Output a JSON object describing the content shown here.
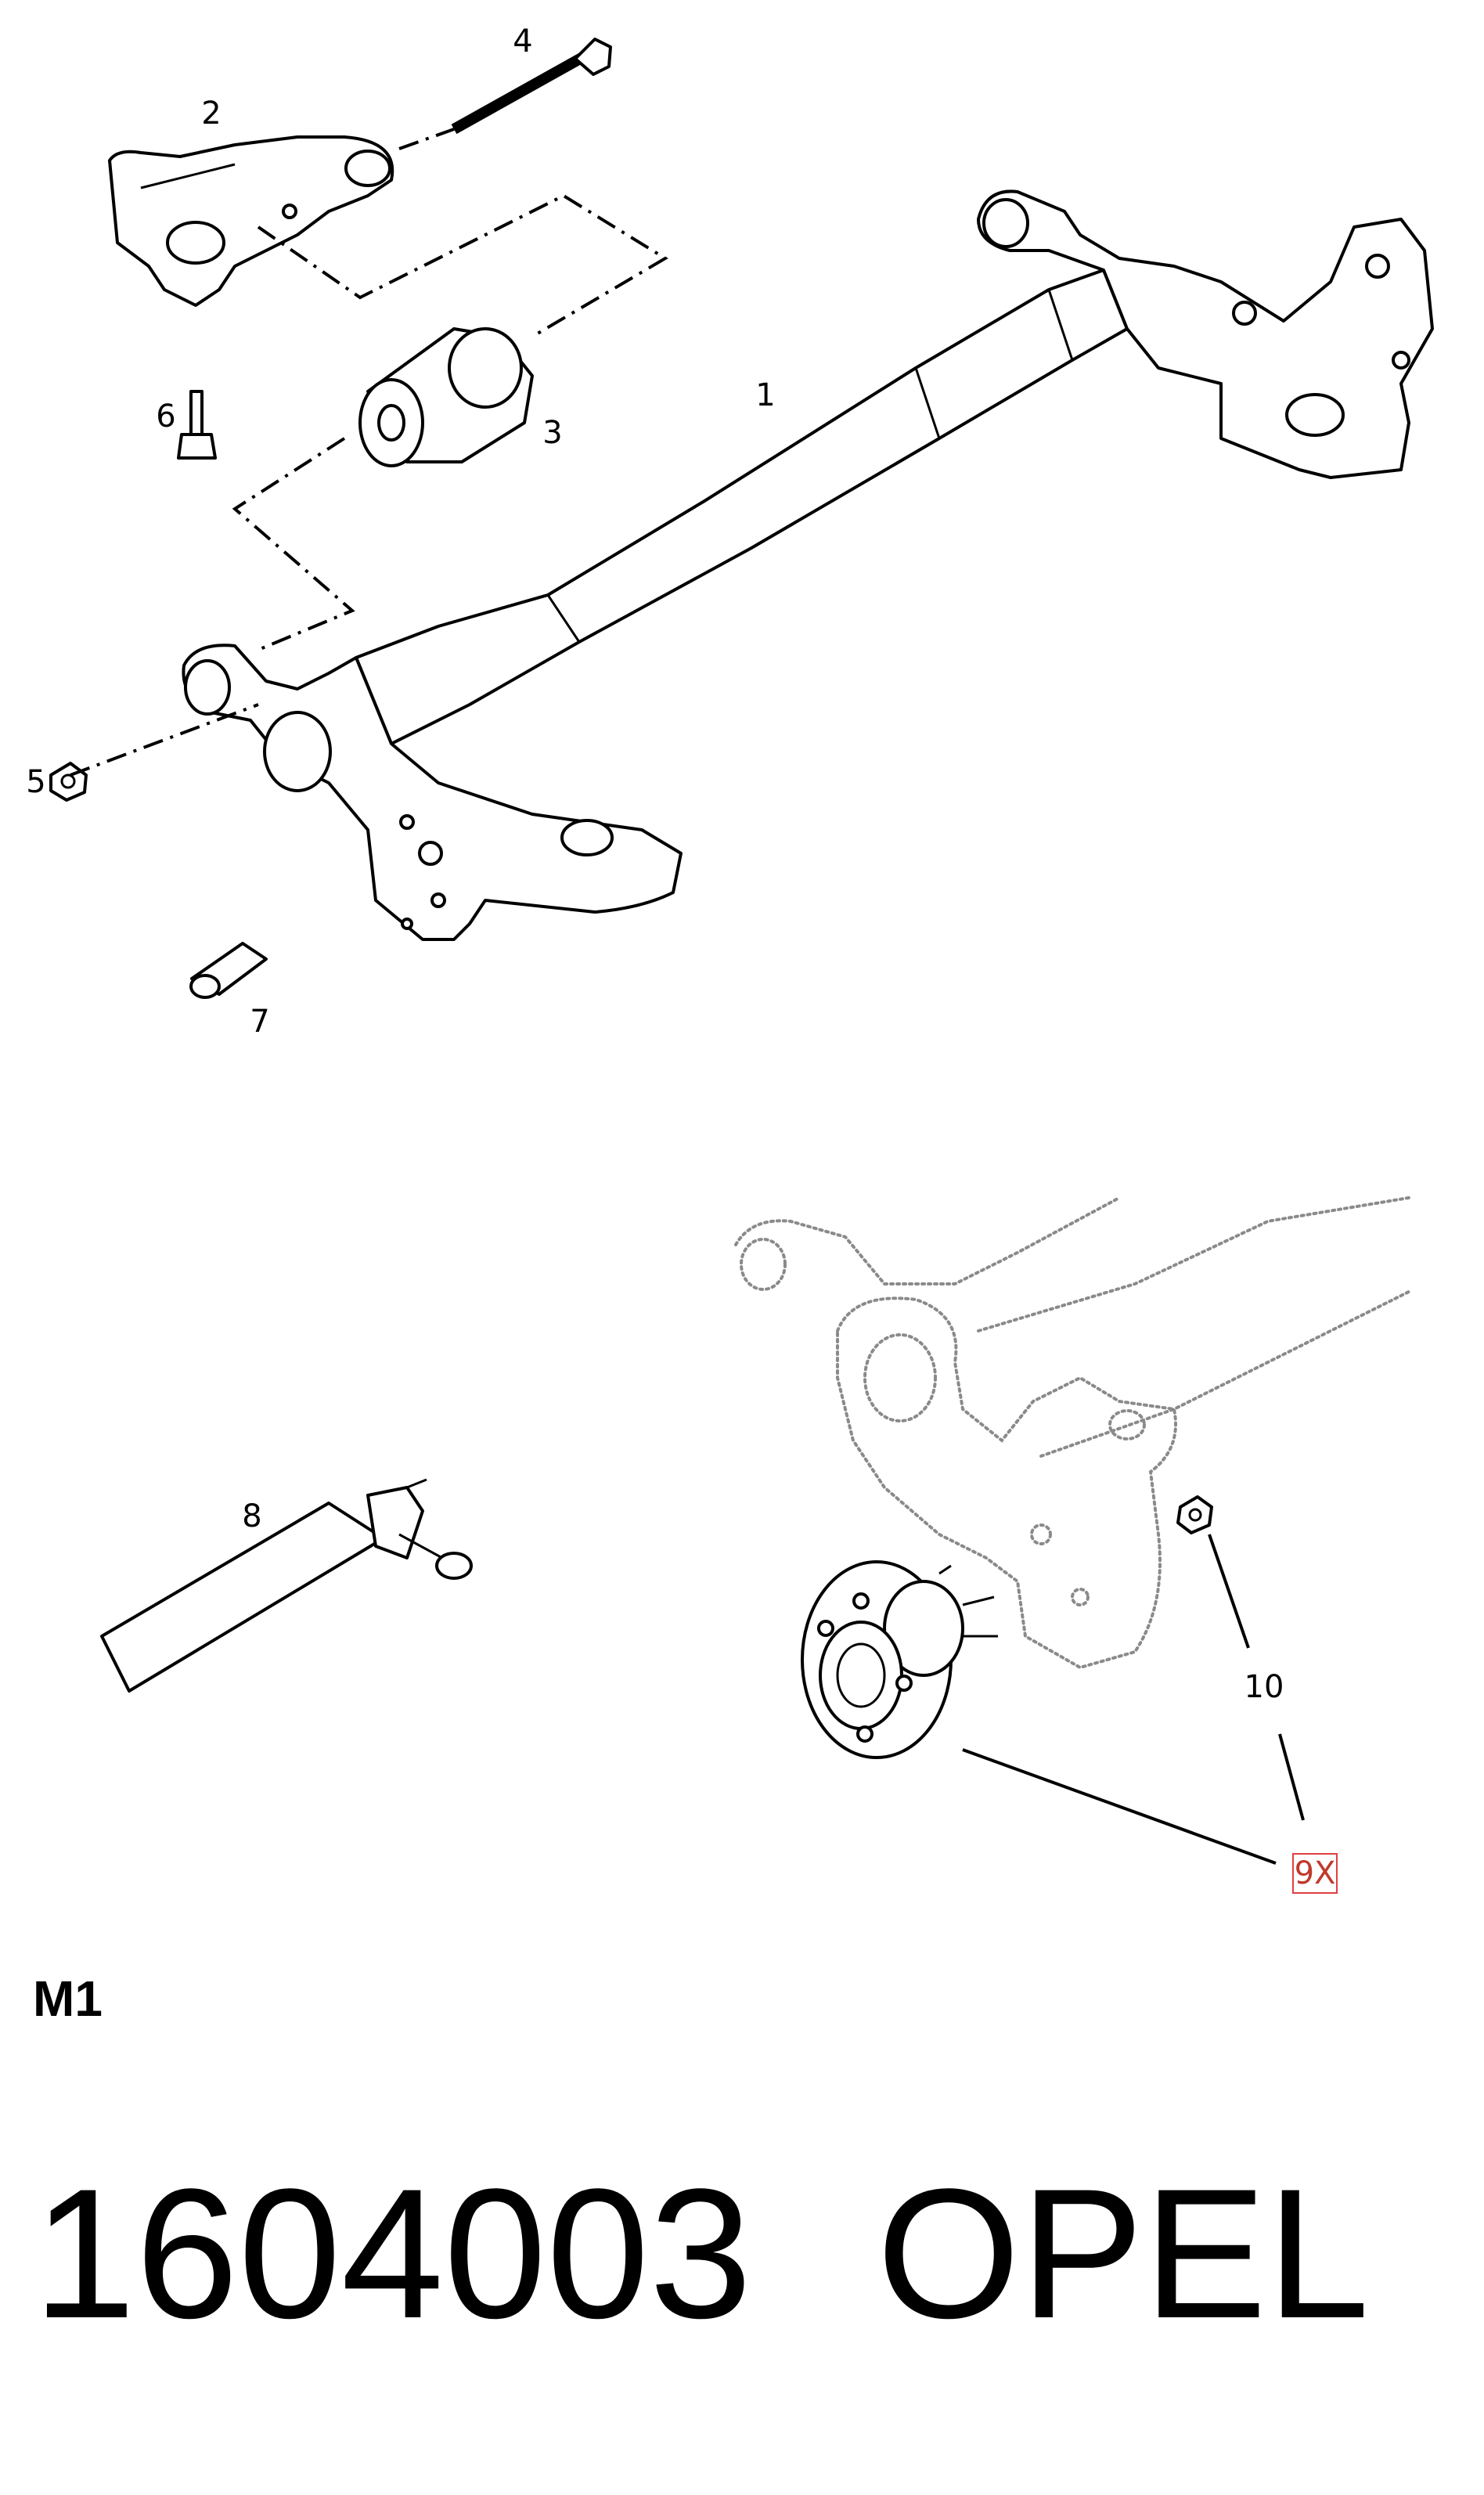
{
  "callouts": [
    {
      "id": "1",
      "text": "1"
    },
    {
      "id": "2",
      "text": "2"
    },
    {
      "id": "3",
      "text": "3"
    },
    {
      "id": "4",
      "text": "4"
    },
    {
      "id": "5",
      "text": "5"
    },
    {
      "id": "6",
      "text": "6"
    },
    {
      "id": "7",
      "text": "7"
    },
    {
      "id": "8",
      "text": "8"
    },
    {
      "id": "9",
      "text": "9X",
      "highlighted": true
    },
    {
      "id": "10",
      "text": "10"
    }
  ],
  "section_label": "M1",
  "footer": {
    "part_number": "1604003",
    "brand": "OPEL"
  },
  "colors": {
    "line": "#000000",
    "ghost_outline": "#8a8a8a",
    "highlight": "#e04040"
  }
}
